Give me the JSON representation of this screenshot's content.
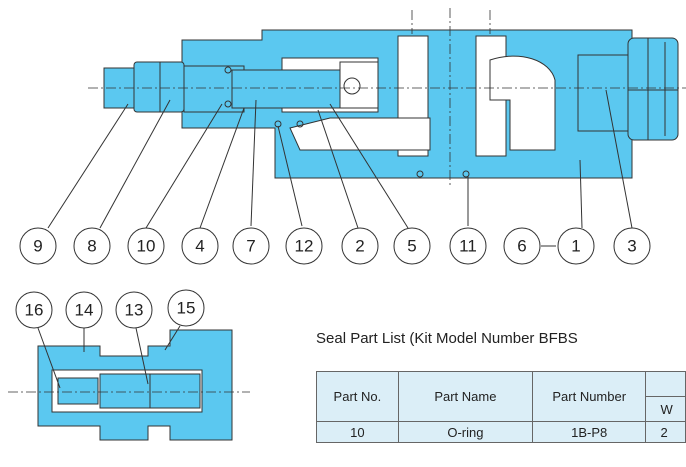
{
  "colors": {
    "body": "#5bc8f0",
    "table_header_bg": "#dbeef7",
    "line": "#333333"
  },
  "callouts": {
    "c9": "9",
    "c8": "8",
    "c10": "10",
    "c4": "4",
    "c7": "7",
    "c12": "12",
    "c2": "2",
    "c5": "5",
    "c11": "11",
    "c6": "6",
    "c1": "1",
    "c3": "3",
    "c16": "16",
    "c14": "14",
    "c13": "13",
    "c15": "15"
  },
  "seal_list": {
    "title": "Seal Part List (Kit Model Number BFBS",
    "headers": {
      "part_no": "Part No.",
      "part_name": "Part Name",
      "part_number": "Part Number",
      "sub_partial": "W"
    },
    "rows": [
      {
        "part_no": "10",
        "part_name": "O-ring",
        "part_number": "1B-P8",
        "partial": "2"
      }
    ]
  }
}
